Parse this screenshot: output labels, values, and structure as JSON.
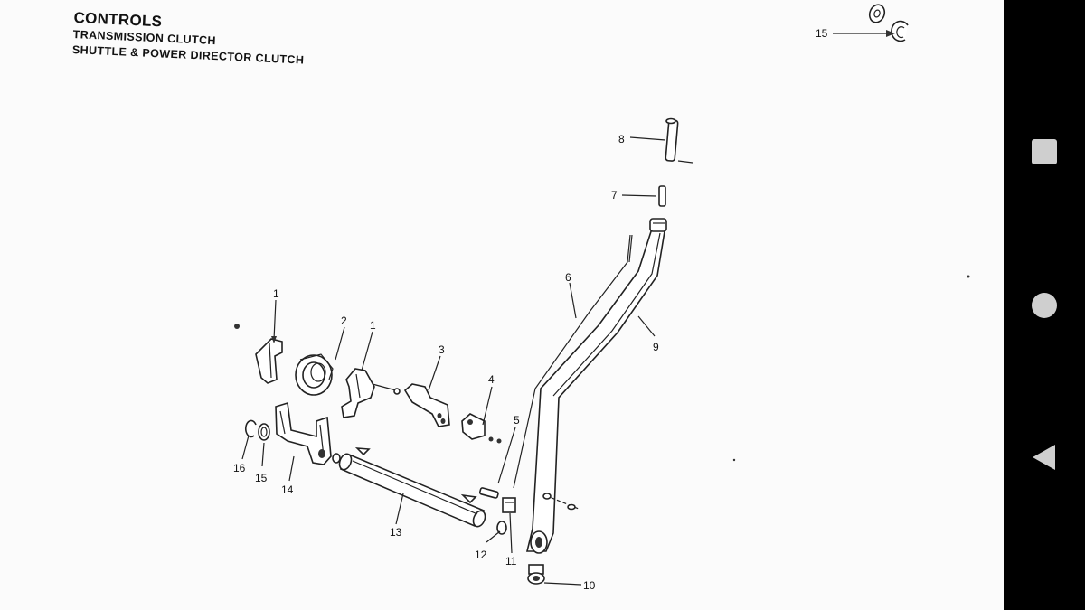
{
  "document": {
    "title": "CONTROLS",
    "subtitle_line1": "TRANSMISSION CLUTCH",
    "subtitle_line2": "SHUTTLE & POWER DIRECTOR CLUTCH"
  },
  "callouts": {
    "c1a": "1",
    "c1b": "1",
    "c2": "2",
    "c3": "3",
    "c4": "4",
    "c5": "5",
    "c6": "6",
    "c7": "7",
    "c8": "8",
    "c9": "9",
    "c10": "10",
    "c11": "11",
    "c12": "12",
    "c13": "13",
    "c14": "14",
    "c15a": "15",
    "c15b": "15",
    "c16": "16"
  },
  "navbar": {
    "buttons": [
      "recent-apps-square-icon",
      "home-circle-icon",
      "back-triangle-icon"
    ],
    "icon_color": "#cfcfcf"
  }
}
